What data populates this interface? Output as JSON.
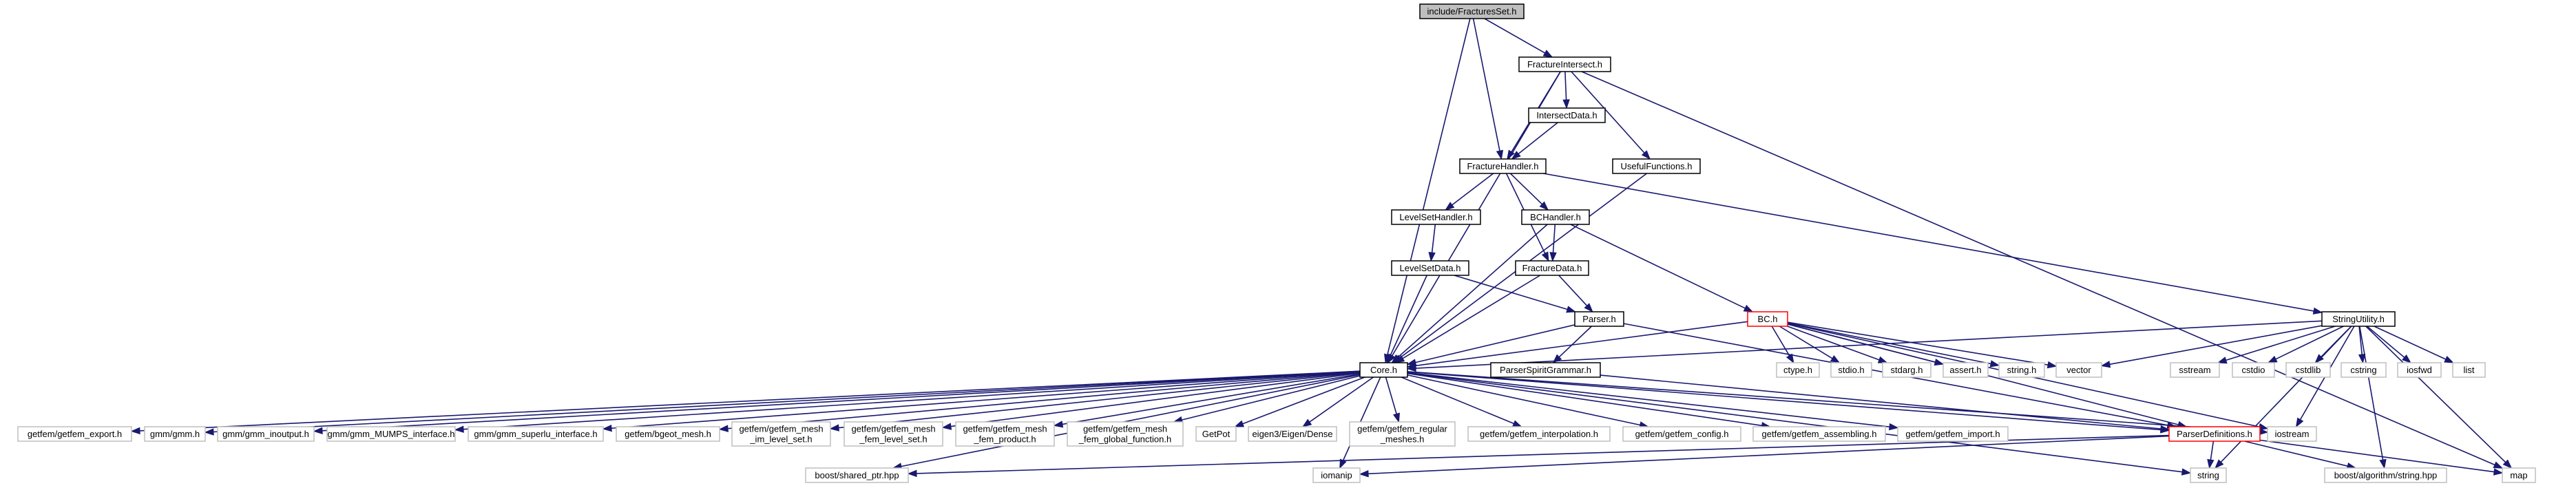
{
  "diagram": {
    "type": "include-dependency-graph",
    "colors": {
      "edge": "#191970",
      "root_fill": "#bfbfbf",
      "node_border": "#000000",
      "external_border": "#bfbfbf",
      "missing_border": "#ff0000",
      "text": "#000000"
    },
    "nodes": [
      {
        "id": "fracturesset",
        "label": "include/FracturesSet.h",
        "kind": "root"
      },
      {
        "id": "fractureintersect",
        "label": "FractureIntersect.h",
        "kind": "file"
      },
      {
        "id": "intersectdata",
        "label": "IntersectData.h",
        "kind": "file"
      },
      {
        "id": "usefulfunctions",
        "label": "UsefulFunctions.h",
        "kind": "file"
      },
      {
        "id": "fracturehandler",
        "label": "FractureHandler.h",
        "kind": "file"
      },
      {
        "id": "levelsethandler",
        "label": "LevelSetHandler.h",
        "kind": "file"
      },
      {
        "id": "bchandler",
        "label": "BCHandler.h",
        "kind": "file"
      },
      {
        "id": "levelsetdata",
        "label": "LevelSetData.h",
        "kind": "file"
      },
      {
        "id": "fracturedata",
        "label": "FractureData.h",
        "kind": "file"
      },
      {
        "id": "bc",
        "label": "BC.h",
        "kind": "missing"
      },
      {
        "id": "parser",
        "label": "Parser.h",
        "kind": "file"
      },
      {
        "id": "stringutility",
        "label": "StringUtility.h",
        "kind": "file"
      },
      {
        "id": "parserspirit",
        "label": "ParserSpiritGrammar.h",
        "kind": "file"
      },
      {
        "id": "core",
        "label": "Core.h",
        "kind": "file"
      },
      {
        "id": "parserdefinitions",
        "label": "ParserDefinitions.h",
        "kind": "missing"
      },
      {
        "id": "ctype",
        "label": "ctype.h",
        "kind": "external"
      },
      {
        "id": "stdio",
        "label": "stdio.h",
        "kind": "external"
      },
      {
        "id": "stdarg",
        "label": "stdarg.h",
        "kind": "external"
      },
      {
        "id": "assert",
        "label": "assert.h",
        "kind": "external"
      },
      {
        "id": "string_h",
        "label": "string.h",
        "kind": "external"
      },
      {
        "id": "vector",
        "label": "vector",
        "kind": "external"
      },
      {
        "id": "sstream",
        "label": "sstream",
        "kind": "external"
      },
      {
        "id": "cstdio",
        "label": "cstdio",
        "kind": "external"
      },
      {
        "id": "cstdlib",
        "label": "cstdlib",
        "kind": "external"
      },
      {
        "id": "cstring",
        "label": "cstring",
        "kind": "external"
      },
      {
        "id": "iosfwd",
        "label": "iosfwd",
        "kind": "external"
      },
      {
        "id": "list",
        "label": "list",
        "kind": "external"
      },
      {
        "id": "map",
        "label": "map",
        "kind": "external"
      },
      {
        "id": "iostream",
        "label": "iostream",
        "kind": "external"
      },
      {
        "id": "getfem_export",
        "label": "getfem/getfem_export.h",
        "kind": "external"
      },
      {
        "id": "gmm",
        "label": "gmm/gmm.h",
        "kind": "external"
      },
      {
        "id": "gmm_inoutput",
        "label": "gmm/gmm_inoutput.h",
        "kind": "external"
      },
      {
        "id": "gmm_mumps",
        "label": "gmm/gmm_MUMPS_interface.h",
        "kind": "external"
      },
      {
        "id": "gmm_superlu",
        "label": "gmm/gmm_superlu_interface.h",
        "kind": "external"
      },
      {
        "id": "bgeot_mesh",
        "label": "getfem/bgeot_mesh.h",
        "kind": "external"
      },
      {
        "id": "im_level_set",
        "label": [
          "getfem/getfem_mesh",
          "_im_level_set.h"
        ],
        "kind": "external"
      },
      {
        "id": "fem_level_set",
        "label": [
          "getfem/getfem_mesh",
          "_fem_level_set.h"
        ],
        "kind": "external"
      },
      {
        "id": "fem_product",
        "label": [
          "getfem/getfem_mesh",
          "_fem_product.h"
        ],
        "kind": "external"
      },
      {
        "id": "fem_global_function",
        "label": [
          "getfem/getfem_mesh",
          "_fem_global_function.h"
        ],
        "kind": "external"
      },
      {
        "id": "getpot",
        "label": "GetPot",
        "kind": "external"
      },
      {
        "id": "eigen_dense",
        "label": "eigen3/Eigen/Dense",
        "kind": "external"
      },
      {
        "id": "regular_meshes",
        "label": [
          "getfem/getfem_regular",
          "_meshes.h"
        ],
        "kind": "external"
      },
      {
        "id": "interpolation",
        "label": "getfem/getfem_interpolation.h",
        "kind": "external"
      },
      {
        "id": "getfem_config",
        "label": "getfem/getfem_config.h",
        "kind": "external"
      },
      {
        "id": "assembling",
        "label": "getfem/getfem_assembling.h",
        "kind": "external"
      },
      {
        "id": "getfem_import",
        "label": "getfem/getfem_import.h",
        "kind": "external"
      },
      {
        "id": "shared_ptr",
        "label": "boost/shared_ptr.hpp",
        "kind": "external"
      },
      {
        "id": "iomanip",
        "label": "iomanip",
        "kind": "external"
      },
      {
        "id": "string_std",
        "label": "string",
        "kind": "external"
      },
      {
        "id": "boost_string",
        "label": "boost/algorithm/string.hpp",
        "kind": "external"
      }
    ],
    "edges": [
      {
        "from": "fracturesset",
        "to": "fractureintersect"
      },
      {
        "from": "fracturesset",
        "to": "fracturehandler"
      },
      {
        "from": "fracturesset",
        "to": "core"
      },
      {
        "from": "fractureintersect",
        "to": "intersectdata"
      },
      {
        "from": "fractureintersect",
        "to": "usefulfunctions"
      },
      {
        "from": "fractureintersect",
        "to": "fracturehandler"
      },
      {
        "from": "fractureintersect",
        "to": "core"
      },
      {
        "from": "fractureintersect",
        "to": "map"
      },
      {
        "from": "intersectdata",
        "to": "fracturehandler"
      },
      {
        "from": "usefulfunctions",
        "to": "core"
      },
      {
        "from": "fracturehandler",
        "to": "levelsethandler"
      },
      {
        "from": "fracturehandler",
        "to": "bchandler"
      },
      {
        "from": "fracturehandler",
        "to": "fracturedata"
      },
      {
        "from": "fracturehandler",
        "to": "stringutility"
      },
      {
        "from": "levelsethandler",
        "to": "levelsetdata"
      },
      {
        "from": "levelsetdata",
        "to": "core"
      },
      {
        "from": "levelsetdata",
        "to": "parser"
      },
      {
        "from": "bchandler",
        "to": "fracturedata"
      },
      {
        "from": "bchandler",
        "to": "bc"
      },
      {
        "from": "bchandler",
        "to": "core"
      },
      {
        "from": "fracturedata",
        "to": "core"
      },
      {
        "from": "fracturedata",
        "to": "parser"
      },
      {
        "from": "parser",
        "to": "core"
      },
      {
        "from": "parser",
        "to": "parserspirit"
      },
      {
        "from": "parser",
        "to": "parserdefinitions"
      },
      {
        "from": "parserspirit",
        "to": "parserdefinitions"
      },
      {
        "from": "bc",
        "to": "core"
      },
      {
        "from": "bc",
        "to": "ctype"
      },
      {
        "from": "bc",
        "to": "stdio"
      },
      {
        "from": "bc",
        "to": "stdarg"
      },
      {
        "from": "bc",
        "to": "assert"
      },
      {
        "from": "bc",
        "to": "string_h"
      },
      {
        "from": "bc",
        "to": "vector"
      },
      {
        "from": "bc",
        "to": "iostream"
      },
      {
        "from": "bc",
        "to": "parserdefinitions"
      },
      {
        "from": "stringutility",
        "to": "vector"
      },
      {
        "from": "stringutility",
        "to": "sstream"
      },
      {
        "from": "stringutility",
        "to": "cstdio"
      },
      {
        "from": "stringutility",
        "to": "cstdlib"
      },
      {
        "from": "stringutility",
        "to": "cstring"
      },
      {
        "from": "stringutility",
        "to": "iosfwd"
      },
      {
        "from": "stringutility",
        "to": "list"
      },
      {
        "from": "stringutility",
        "to": "map"
      },
      {
        "from": "stringutility",
        "to": "core"
      },
      {
        "from": "stringutility",
        "to": "iostream"
      },
      {
        "from": "stringutility",
        "to": "string_std"
      },
      {
        "from": "stringutility",
        "to": "boost_string"
      },
      {
        "from": "core",
        "to": "getfem_export"
      },
      {
        "from": "core",
        "to": "gmm"
      },
      {
        "from": "core",
        "to": "gmm_inoutput"
      },
      {
        "from": "core",
        "to": "gmm_mumps"
      },
      {
        "from": "core",
        "to": "gmm_superlu"
      },
      {
        "from": "core",
        "to": "bgeot_mesh"
      },
      {
        "from": "core",
        "to": "im_level_set"
      },
      {
        "from": "core",
        "to": "fem_level_set"
      },
      {
        "from": "core",
        "to": "fem_product"
      },
      {
        "from": "core",
        "to": "fem_global_function"
      },
      {
        "from": "core",
        "to": "getpot"
      },
      {
        "from": "core",
        "to": "eigen_dense"
      },
      {
        "from": "core",
        "to": "regular_meshes"
      },
      {
        "from": "core",
        "to": "interpolation"
      },
      {
        "from": "core",
        "to": "getfem_config"
      },
      {
        "from": "core",
        "to": "assembling"
      },
      {
        "from": "core",
        "to": "getfem_import"
      },
      {
        "from": "core",
        "to": "parserdefinitions"
      },
      {
        "from": "core",
        "to": "iostream"
      },
      {
        "from": "core",
        "to": "shared_ptr"
      },
      {
        "from": "core",
        "to": "iomanip"
      },
      {
        "from": "core",
        "to": "string_std"
      },
      {
        "from": "parserdefinitions",
        "to": "shared_ptr"
      },
      {
        "from": "parserdefinitions",
        "to": "iomanip"
      },
      {
        "from": "parserdefinitions",
        "to": "string_std"
      },
      {
        "from": "parserdefinitions",
        "to": "boost_string"
      },
      {
        "from": "parserdefinitions",
        "to": "map"
      }
    ]
  }
}
